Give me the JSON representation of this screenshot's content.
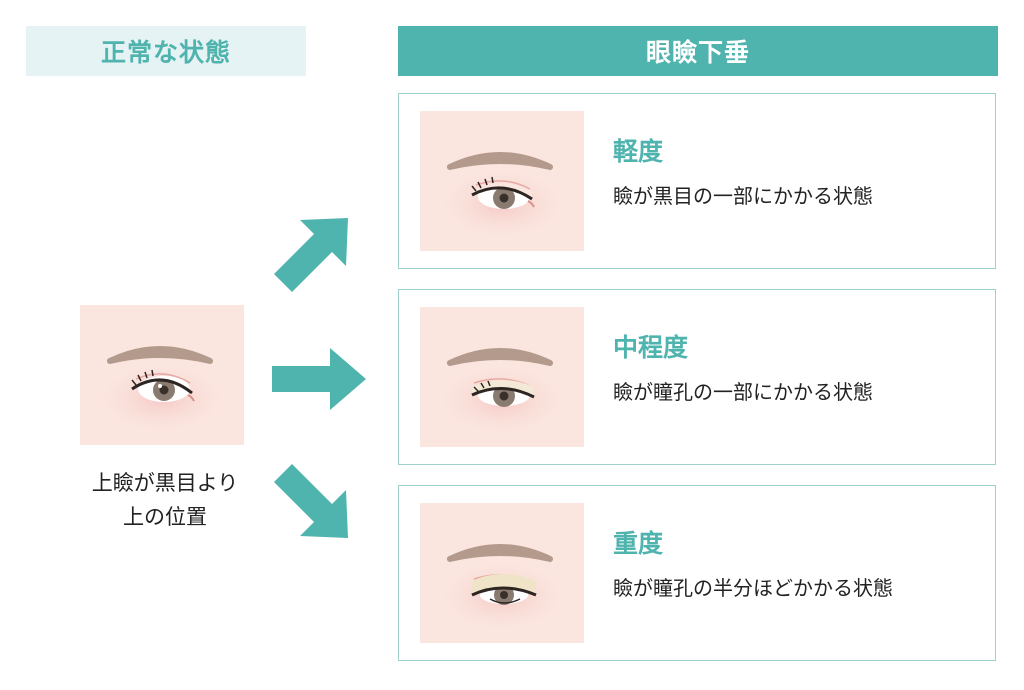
{
  "headers": {
    "normal": "正常な状態",
    "ptosis": "眼瞼下垂"
  },
  "normal": {
    "caption_line1": "上瞼が黒目より",
    "caption_line2": "上の位置"
  },
  "levels": [
    {
      "title": "軽度",
      "description": "瞼が黒目の一部にかかる状態"
    },
    {
      "title": "中程度",
      "description": "瞼が瞳孔の一部にかかる状態"
    },
    {
      "title": "重度",
      "description": "瞼が瞳孔の半分ほどかかる状態"
    }
  ],
  "colors": {
    "accent": "#4fb3ae",
    "accent_light": "#e6f3f4",
    "card_border": "#9fd0cc",
    "skin": "#fbe6df",
    "brow": "#b39a8c",
    "iris": "#8a7b70"
  }
}
